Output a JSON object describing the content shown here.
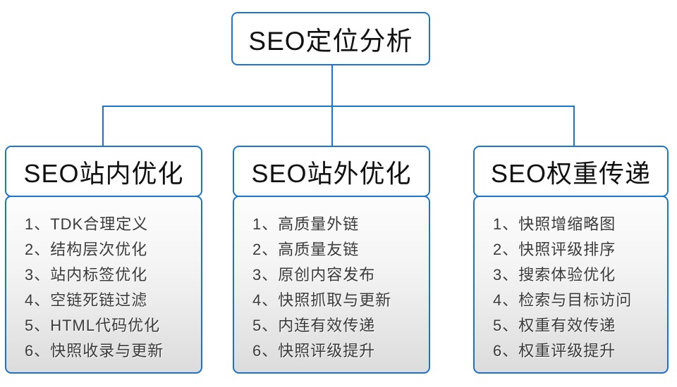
{
  "diagram": {
    "root": {
      "label": "SEO定位分析"
    },
    "columns": [
      {
        "header": "SEO站内优化",
        "items": [
          "1、TDK合理定义",
          "2、结构层次优化",
          "3、站内标签优化",
          "4、空链死链过滤",
          "5、HTML代码优化",
          "6、快照收录与更新"
        ]
      },
      {
        "header": "SEO站外优化",
        "items": [
          "1、高质量外链",
          "2、高质量友链",
          "3、原创内容发布",
          "4、快照抓取与更新",
          "5、内连有效传递",
          "6、快照评级提升"
        ]
      },
      {
        "header": "SEO权重传递",
        "items": [
          "1、快照增缩略图",
          "2、快照评级排序",
          "3、搜索体验优化",
          "4、检索与目标访问",
          "5、权重有效传递",
          "6、权重评级提升"
        ]
      }
    ],
    "colors": {
      "border_blue": "#1b76c9",
      "connector_blue": "#1b76c9",
      "list_gradient_top": "#fdfdfd",
      "list_gradient_bottom": "#dcdcdc",
      "header_text": "#111111",
      "item_text": "#3a3a3a"
    }
  }
}
